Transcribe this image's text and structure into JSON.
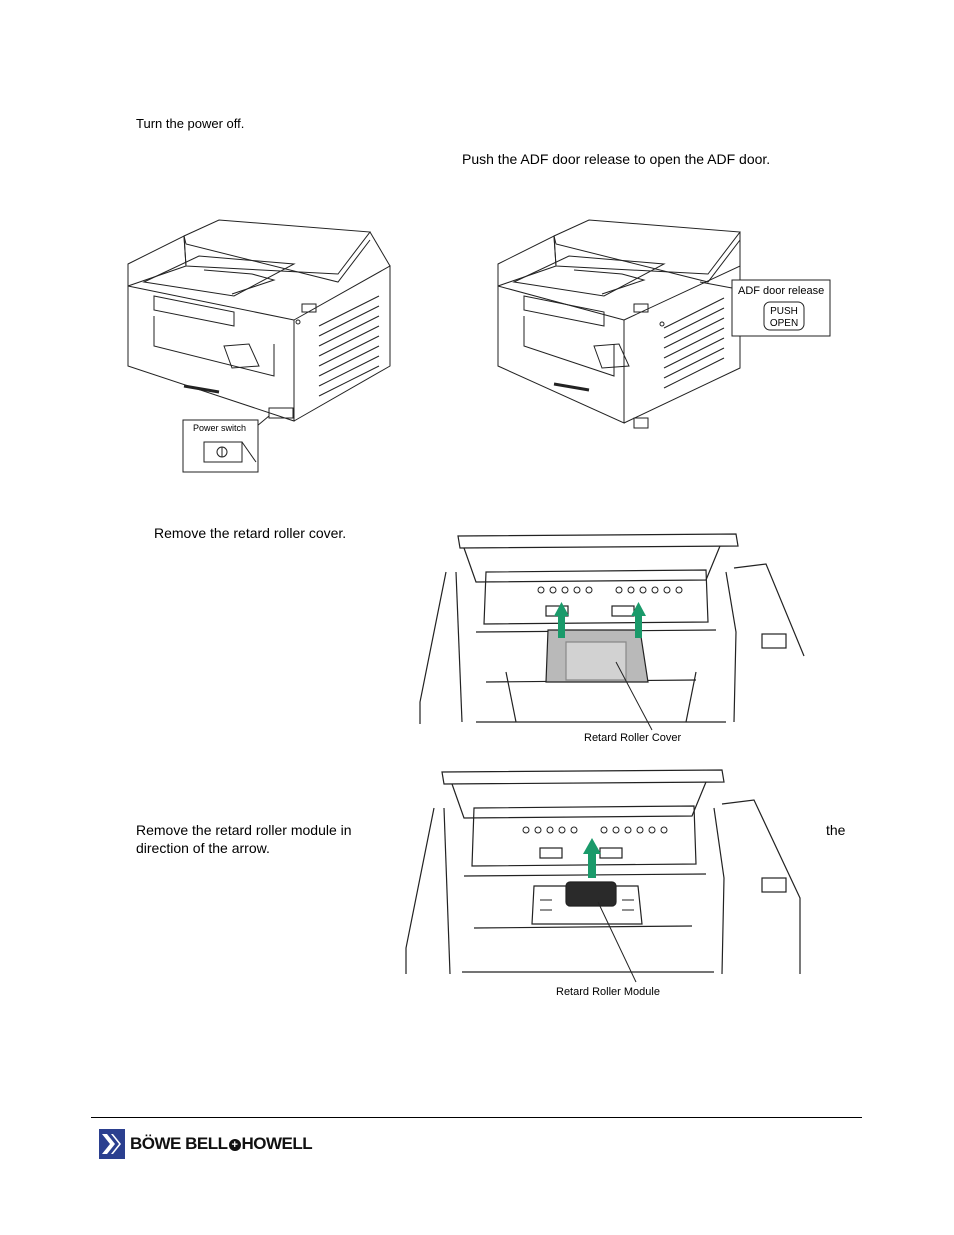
{
  "steps": {
    "power_off": "Turn the power off.",
    "open_adf": "Push the ADF door release to open the ADF door.",
    "remove_cover": "Remove the retard roller cover.",
    "remove_module_a": "Remove the retard roller module in",
    "remove_module_b": "direction of the arrow.",
    "remove_module_c": "the"
  },
  "figures": {
    "power_switch_label": "Power switch",
    "adf_release_label": "ADF door release",
    "push_label": "PUSH",
    "open_label": "OPEN",
    "cover_caption": "Retard Roller Cover",
    "module_caption": "Retard Roller Module"
  },
  "footer": {
    "logo_text": "BÖWE BELL",
    "logo_text_2": "HOWELL"
  },
  "colors": {
    "arrow_green": "#1a9a6a",
    "cover_gray": "#b9b9b9"
  }
}
